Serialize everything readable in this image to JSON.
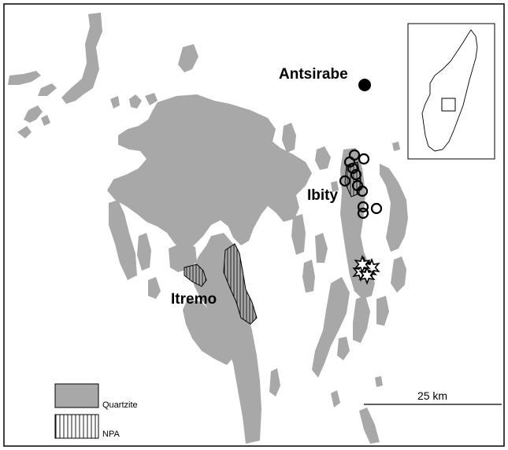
{
  "map": {
    "places": [
      {
        "id": "antsirabe",
        "label": "Antsirabe"
      },
      {
        "id": "ibity",
        "label": "Ibity"
      },
      {
        "id": "itremo",
        "label": "Itremo"
      }
    ],
    "scale_bar": {
      "label": "25 km"
    },
    "legend": {
      "quartzite": "Quartzite",
      "npa": "NPA"
    },
    "colors": {
      "quartzite": "#a8a8a8",
      "outline": "#000000",
      "background": "#ffffff"
    },
    "icons": [
      "city-dot-icon",
      "open-circle-marker-icon",
      "star-marker-icon",
      "madagascar-inset-map"
    ]
  }
}
